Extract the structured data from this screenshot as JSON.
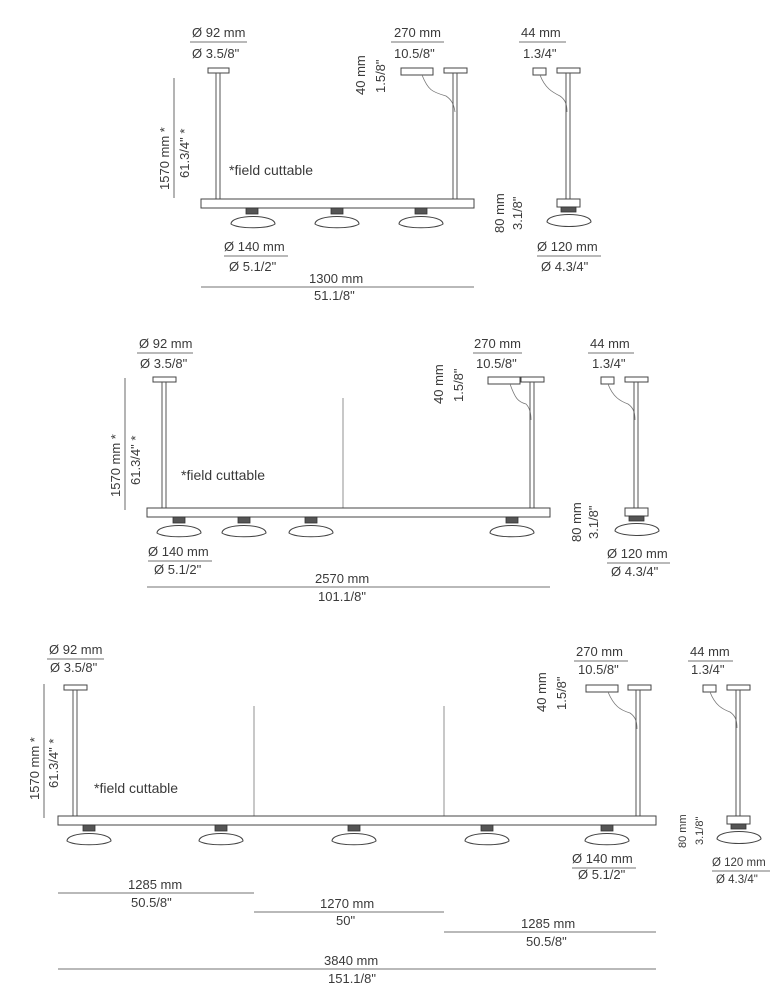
{
  "drawings": [
    {
      "name": "three-head",
      "rod_diameter": [
        "Ø 92 mm",
        "Ø 3.5/8\""
      ],
      "bracket_width": [
        "270 mm",
        "10.5/8\""
      ],
      "bracket_height": [
        "40 mm",
        "1.5/8\""
      ],
      "cable_width": [
        "44 mm",
        "1.3/4\""
      ],
      "rod_height": [
        "1570 mm *",
        "61.3/4\" *"
      ],
      "field_note": "*field cuttable",
      "head_height": [
        "80 mm",
        "3.1/8\""
      ],
      "head_diameter": [
        "Ø 140 mm",
        "Ø 5.1/2\""
      ],
      "side_head_diameter": [
        "Ø 120 mm",
        "Ø 4.3/4\""
      ],
      "segments": [
        {
          "label": [
            "1300 mm",
            "51.1/8\""
          ]
        }
      ]
    },
    {
      "name": "four-head",
      "rod_diameter": [
        "Ø 92 mm",
        "Ø 3.5/8\""
      ],
      "bracket_width": [
        "270 mm",
        "10.5/8\""
      ],
      "bracket_height": [
        "40 mm",
        "1.5/8\""
      ],
      "cable_width": [
        "44 mm",
        "1.3/4\""
      ],
      "rod_height": [
        "1570 mm *",
        "61.3/4\" *"
      ],
      "field_note": "*field cuttable",
      "head_height": [
        "80 mm",
        "3.1/8\""
      ],
      "head_diameter": [
        "Ø 140 mm",
        "Ø 5.1/2\""
      ],
      "side_head_diameter": [
        "Ø 120 mm",
        "Ø 4.3/4\""
      ],
      "segments": [
        {
          "label": [
            "2570 mm",
            "101.1/8\""
          ]
        }
      ]
    },
    {
      "name": "five-head",
      "rod_diameter": [
        "Ø 92 mm",
        "Ø 3.5/8\""
      ],
      "bracket_width": [
        "270 mm",
        "10.5/8\""
      ],
      "bracket_height": [
        "40 mm",
        "1.5/8\""
      ],
      "cable_width": [
        "44 mm",
        "1.3/4\""
      ],
      "rod_height": [
        "1570 mm *",
        "61.3/4\" *"
      ],
      "field_note": "*field cuttable",
      "head_height": [
        "80 mm",
        "3.1/8\""
      ],
      "head_diameter": [
        "Ø 140 mm",
        "Ø 5.1/2\""
      ],
      "side_head_diameter": [
        "Ø 120 mm",
        "Ø 4.3/4\""
      ],
      "segments": [
        {
          "label": [
            "1285 mm",
            "50.5/8\""
          ]
        },
        {
          "label": [
            "1270 mm",
            "50\""
          ]
        },
        {
          "label": [
            "1285 mm",
            "50.5/8\""
          ]
        },
        {
          "label": [
            "3840 mm",
            "151.1/8\""
          ]
        }
      ]
    }
  ]
}
